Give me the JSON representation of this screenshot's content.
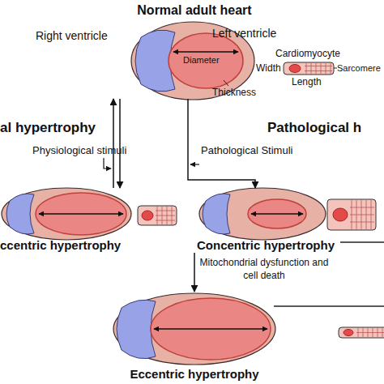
{
  "diagram": {
    "nodes": [
      {
        "text": [
          "Normal adult heart"
        ]
      },
      {
        "text": [
          "ccentric hypertrophy"
        ]
      },
      {
        "text": [
          "Concentric hypertrophy"
        ]
      },
      {
        "text": [
          "Eccentric hypertrophy"
        ]
      }
    ],
    "edges": [
      {
        "from": 0,
        "to": 1,
        "arrow": "to",
        "label": "Physiological stimuli"
      },
      {
        "from": 1,
        "to": 0,
        "arrow": "to"
      },
      {
        "from": 0,
        "to": 2,
        "arrow": "to",
        "label": "Pathological Stimuli"
      },
      {
        "from": 2,
        "to": 3,
        "arrow": "to",
        "label": "Mitochondrial dysfunction and cell death"
      }
    ],
    "labels": [
      "Right ventricle",
      "Left ventricle",
      "Cardiomyocyte",
      "Width",
      "Sarcomere",
      "Diameter",
      "Length",
      "Thickness",
      "al hypertrophy",
      "Pathological h"
    ]
  }
}
